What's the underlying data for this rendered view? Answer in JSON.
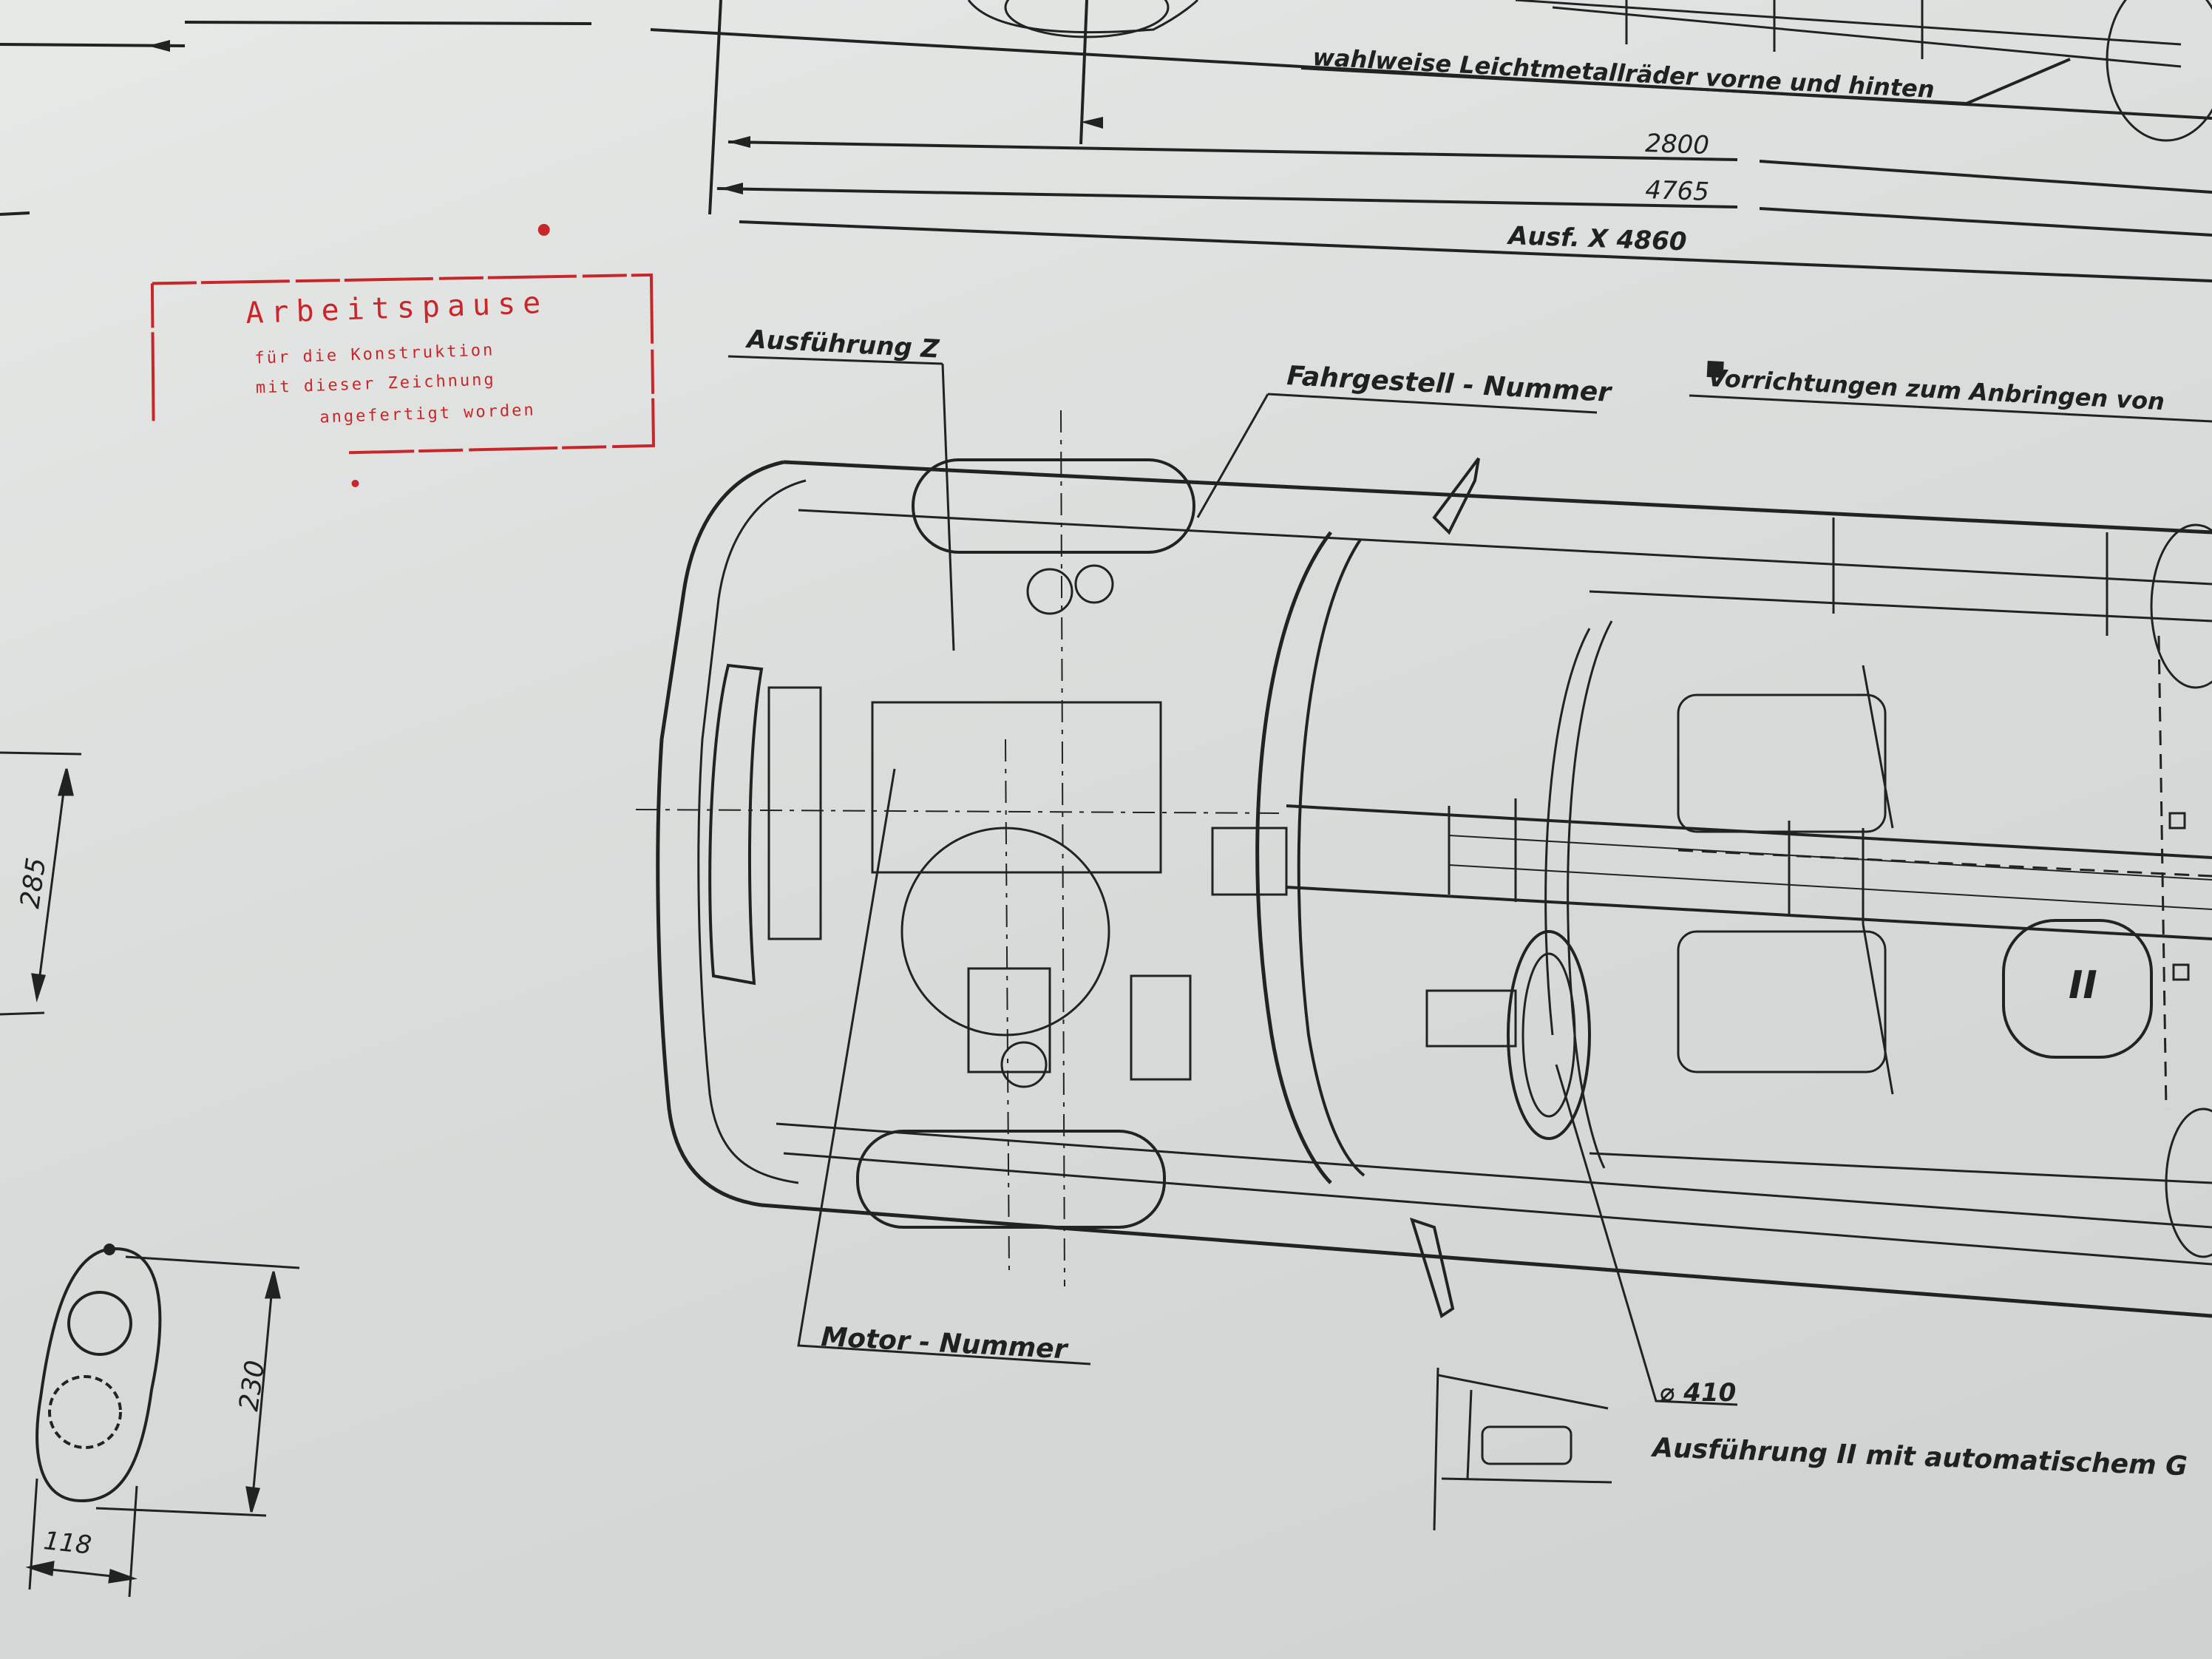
{
  "stamp": {
    "title": "Arbeitspause",
    "lines": [
      "für die Konstruktion",
      "mit dieser Zeichnung",
      "angefertigt worden"
    ],
    "color": "#c8262a"
  },
  "labels": {
    "wheels_note": "wahlweise Leichtmetallräder vorne und hinten",
    "wheelbase": "2800",
    "overall_length": "4765",
    "variant_x_length": "Ausf. X 4860",
    "variant_z": "Ausführung Z",
    "chassis_number": "Fahrgestell - Nummer",
    "mounting_devices": "Vorrichtungen zum Anbringen von",
    "engine_number": "Motor - Nummer",
    "diameter_410": "⌀ 410",
    "variant_ii": "Ausführung II mit automatischem G",
    "tank_marker": "II",
    "dim_285": "285",
    "dim_230": "230",
    "dim_118": "118"
  },
  "colors": {
    "ink": "#1f2322",
    "paper": "#dfe1df"
  }
}
